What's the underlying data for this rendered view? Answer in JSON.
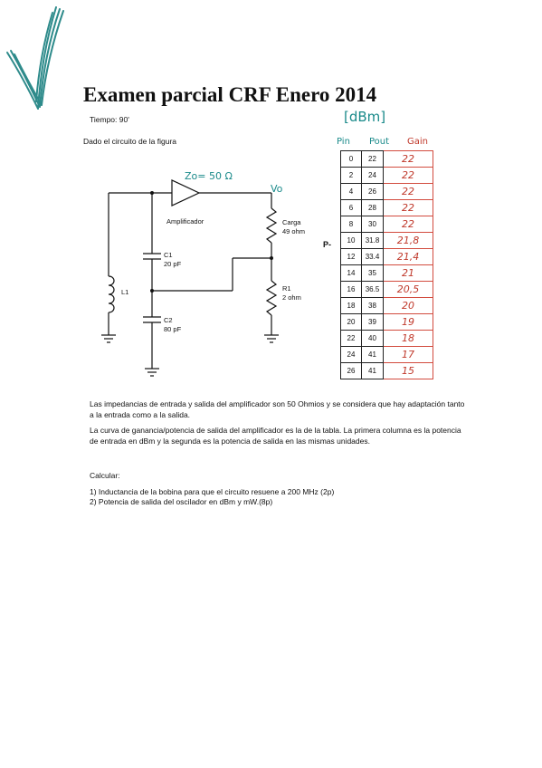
{
  "header": {
    "title": "Examen parcial CRF Enero 2014",
    "time": "Tiempo: 90'"
  },
  "intro": "Dado el circuito de la figura",
  "circuit": {
    "amp_label": "Amplificador",
    "amp_note": "Zo= 50 Ω",
    "vo_label": "Vo",
    "c1_name": "C1",
    "c1_value": "20 pF",
    "c2_name": "C2",
    "c2_value": "80 pF",
    "l1_name": "L1",
    "load_name": "Carga",
    "load_value": "49 ohm",
    "r1_name": "R1",
    "r1_value": "2 ohm"
  },
  "table_notes": {
    "unit": "[dBm]",
    "col_pin": "Pin",
    "col_pout": "Pout",
    "col_gain": "Gain",
    "p_marker": "P-"
  },
  "table": {
    "rows": [
      {
        "pin": "0",
        "pout": "22",
        "gain": "22"
      },
      {
        "pin": "2",
        "pout": "24",
        "gain": "22"
      },
      {
        "pin": "4",
        "pout": "26",
        "gain": "22"
      },
      {
        "pin": "6",
        "pout": "28",
        "gain": "22"
      },
      {
        "pin": "8",
        "pout": "30",
        "gain": "22"
      },
      {
        "pin": "10",
        "pout": "31.8",
        "gain": "21,8"
      },
      {
        "pin": "12",
        "pout": "33.4",
        "gain": "21,4"
      },
      {
        "pin": "14",
        "pout": "35",
        "gain": "21"
      },
      {
        "pin": "16",
        "pout": "36.5",
        "gain": "20,5"
      },
      {
        "pin": "18",
        "pout": "38",
        "gain": "20"
      },
      {
        "pin": "20",
        "pout": "39",
        "gain": "19"
      },
      {
        "pin": "22",
        "pout": "40",
        "gain": "18"
      },
      {
        "pin": "24",
        "pout": "41",
        "gain": "17"
      },
      {
        "pin": "26",
        "pout": "41",
        "gain": "15"
      }
    ]
  },
  "paragraphs": {
    "p1": "Las impedancias de entrada y salida del amplificador son 50 Ohmios y se considera que hay adaptación tanto a la entrada como a la salida.",
    "p2": "La curva de ganancia/potencia de salida del amplificador es la de la tabla. La primera columna es la potencia de entrada en dBm y la segunda es la potencia de salida en las mismas unidades.",
    "calc": "Calcular:",
    "q1": "1) Inductancia de la bobina para que el circuito resuene a 200 MHz (2p)",
    "q2": "2) Potencia de salida del oscilador en dBm y mW.(8p)"
  },
  "colors": {
    "check_mark": "#2e8b8b",
    "handwriting_red": "#c0392b",
    "handwriting_teal": "#1a8a8a"
  }
}
